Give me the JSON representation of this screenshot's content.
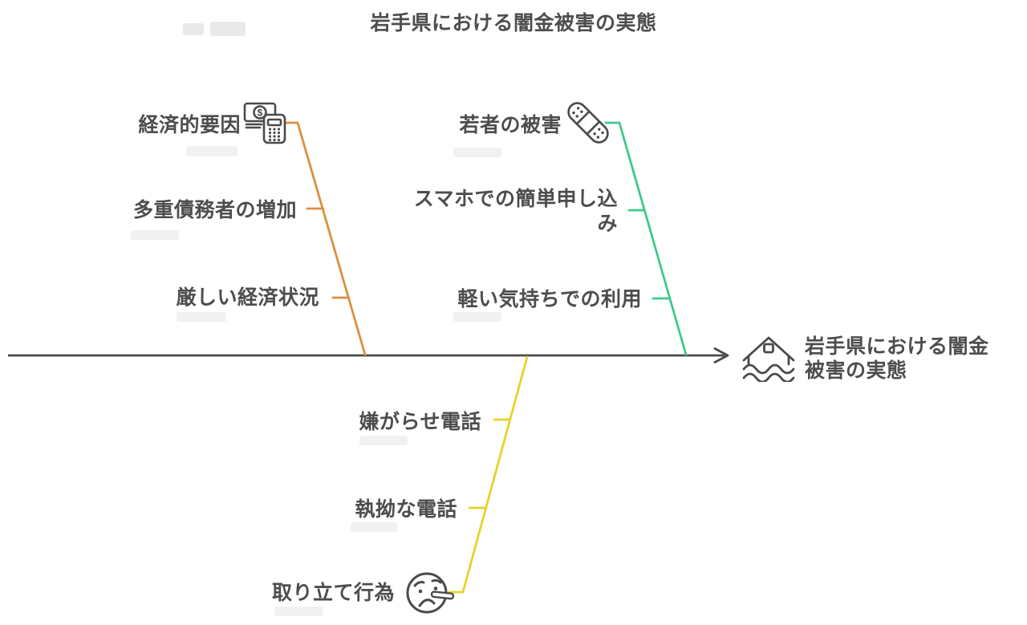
{
  "title": "岩手県における闇金被害の実態",
  "effect": {
    "label": "岩手県における闇金被害の実態",
    "icon": "flooded-house-icon"
  },
  "branches": [
    {
      "id": "economic",
      "label": "経済的要因",
      "icon": "money-calculator-icon",
      "position": "top-left",
      "color": "#DE8F3F",
      "causes": [
        "多重債務者の増加",
        "厳しい経済状況"
      ]
    },
    {
      "id": "youth",
      "label": "若者の被害",
      "icon": "bandage-icon",
      "position": "top-right",
      "color": "#3FC98C",
      "causes": [
        "スマホでの簡単申し込み",
        "軽い気持ちでの利用"
      ]
    },
    {
      "id": "collection",
      "label": "取り立て行為",
      "icon": "lying-face-icon",
      "position": "bottom",
      "color": "#E6D22B",
      "causes": [
        "嫌がらせ電話",
        "執拗な電話"
      ]
    }
  ],
  "colors": {
    "spine": "#4a4a4a",
    "icon": "#4a4a4a",
    "economic": "#DE8F3F",
    "youth": "#3FC98C",
    "collection": "#E6D22B",
    "text": "#4d4d4d"
  },
  "icon_glyphs": {
    "dollar": "$"
  }
}
